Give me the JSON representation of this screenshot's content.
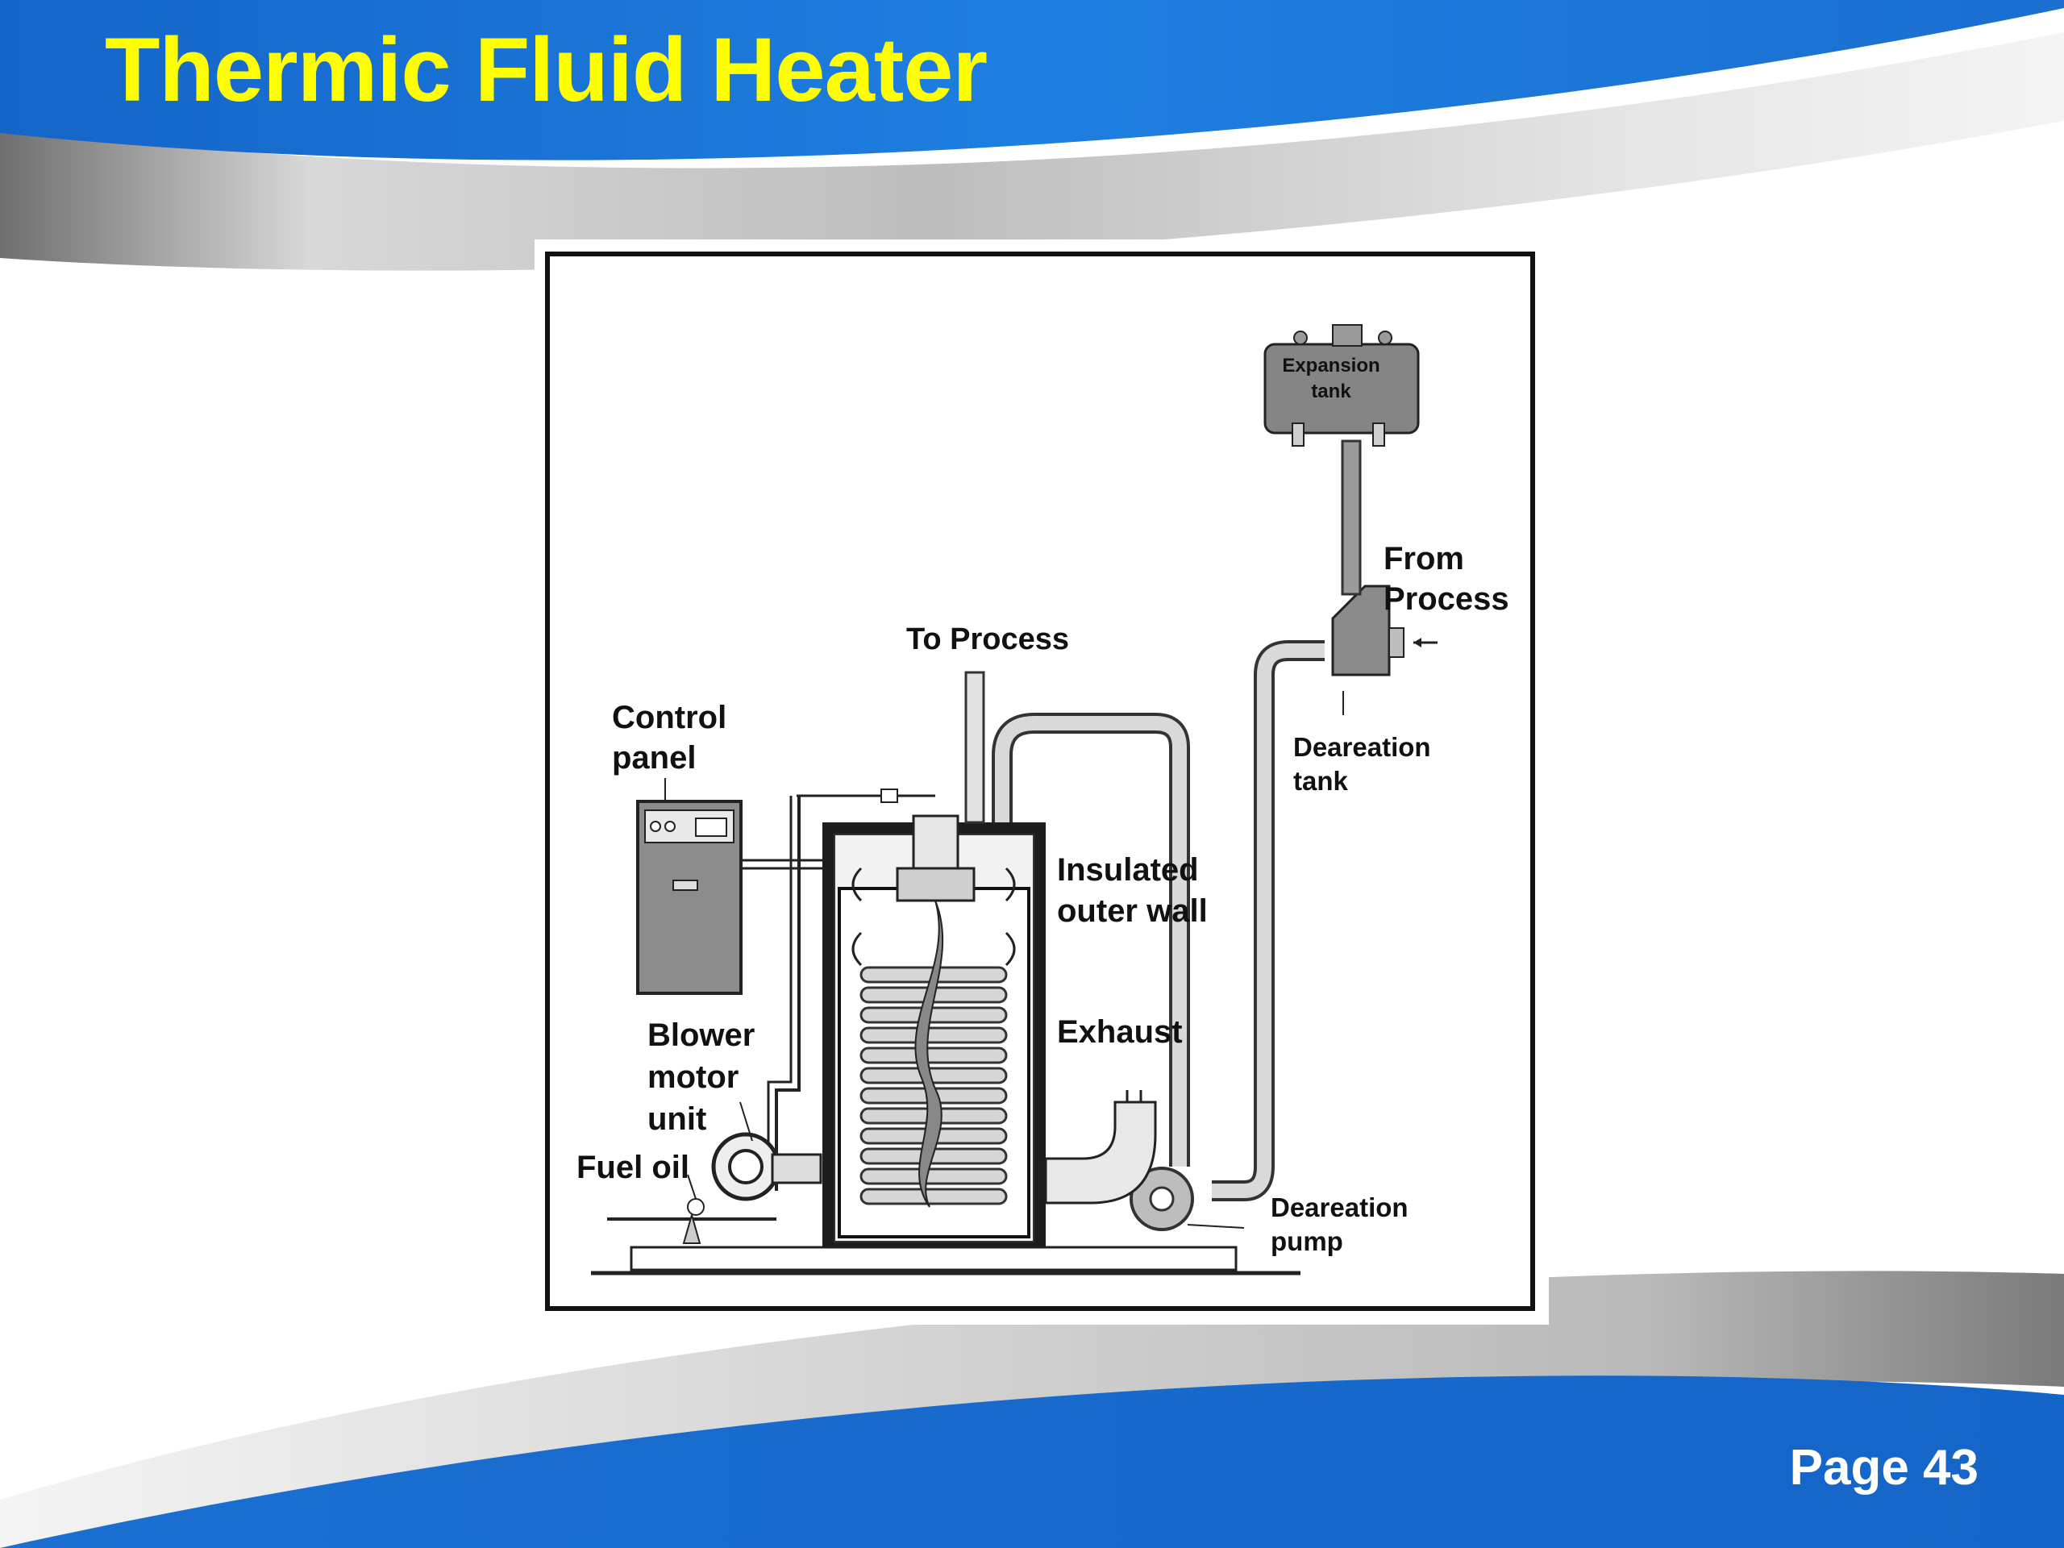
{
  "slide": {
    "title": "Thermic Fluid Heater",
    "page_label": "Page 43"
  },
  "diagram": {
    "labels": {
      "expansion_tank_l1": "Expansion",
      "expansion_tank_l2": "tank",
      "from_process_l1": "From",
      "from_process_l2": "Process",
      "to_process": "To Process",
      "control_panel_l1": "Control",
      "control_panel_l2": "panel",
      "deareation_tank_l1": "Deareation",
      "deareation_tank_l2": "tank",
      "insulated_outer_wall_l1": "Insulated",
      "insulated_outer_wall_l2": "outer wall",
      "exhaust": "Exhaust",
      "blower_l1": "Blower",
      "blower_l2": "motor",
      "blower_l3": "unit",
      "fuel_oil": "Fuel oil",
      "deareation_pump_l1": "Deareation",
      "deareation_pump_l2": "pump"
    }
  },
  "colors": {
    "title": "#ffff00",
    "header_blue": "#1f6fd6",
    "page_label": "#ffffff"
  }
}
